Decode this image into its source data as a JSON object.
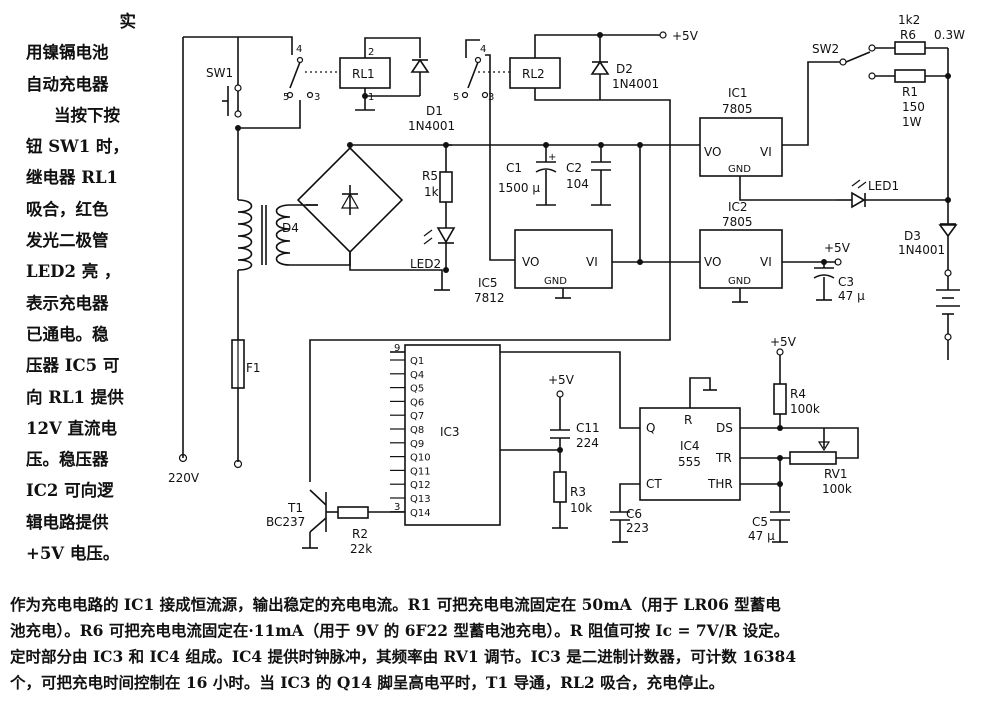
{
  "side_text": {
    "lines": [
      "实",
      "用镍镉电池",
      "自动充电器",
      "当按下按",
      "钮 SW1 时，",
      "继电器 RL1",
      "吸合，红色",
      "发光二极管",
      "LED2 亮 ，",
      "表示充电器",
      "已通电。稳",
      "压器 IC5 可",
      "向 RL1 提供",
      "12V 直流电",
      "压。稳压器",
      "IC2 可向逻",
      "辑电路提供",
      "+5V 电压。"
    ]
  },
  "bottom_text": {
    "lines": [
      "作为充电电路的 IC1 接成恒流源，输出稳定的充电电流。R1 可把充电电流固定在 50mA（用于 LR06 型蓄电",
      "池充电）。R6 可把充电电流固定在·11mA（用于 9V 的 6F22 型蓄电池充电）。R 阻值可按 Ic = 7V/R 设定。",
      "定时部分由 IC3 和 IC4 组成。IC4 提供时钟脉冲，其频率由 RV1 调节。IC3 是二进制计数器，可计数 16384",
      "个，可把充电时间控制在 16 小时。当 IC3 的 Q14 脚呈高电平时，T1 导通，RL2 吸合，充电停止。"
    ]
  },
  "labels": {
    "sw1": "SW1",
    "sw2": "SW2",
    "rl1": "RL1",
    "rl2": "RL2",
    "d1": "D1",
    "d1_part": "1N4001",
    "d2": "D2",
    "d2_part": "1N4001",
    "plus5v_top": "+5V",
    "r6": "R6",
    "r6_val": "1k2",
    "r6_watt": "0.3W",
    "r1": "R1",
    "r1_val": "150",
    "r1_watt": "1W",
    "ic1": "IC1",
    "ic1_part": "7805",
    "ic2": "IC2",
    "ic2_part": "7805",
    "ic5": "IC5",
    "ic5_part": "7812",
    "vo": "VO",
    "vi": "VI",
    "gnd": "GND",
    "c1": "C1",
    "c1_val": "1500 μ",
    "c2": "C2",
    "c2_val": "104",
    "r5": "R5",
    "r5_val": "1k",
    "d4": "D4",
    "led1": "LED1",
    "led2": "LED2",
    "d3": "D3",
    "d3_part": "1N4001",
    "plus5v_ic2": "+5V",
    "c3": "C3",
    "c3_val": "47 μ",
    "f1": "F1",
    "v220": "220V",
    "ic3": "IC3",
    "ic3_pins": [
      "Q1",
      "Q4",
      "Q5",
      "Q6",
      "Q7",
      "Q8",
      "Q9",
      "Q10",
      "Q11",
      "Q12",
      "Q13",
      "Q14"
    ],
    "ic3_pin9": "9",
    "ic3_pin3": "3",
    "t1": "T1",
    "t1_part": "BC237",
    "r2": "R2",
    "r2_val": "22k",
    "plus5v_c11": "+5V",
    "c11": "C11",
    "c11_val": "224",
    "r3": "R3",
    "r3_val": "10k",
    "c6": "C6",
    "c6_val": "223",
    "ic4": "IC4",
    "ic4_part": "555",
    "ic4_q": "Q",
    "ic4_r": "R",
    "ic4_ct": "CT",
    "ic4_ds": "DS",
    "ic4_tr": "TR",
    "ic4_thr": "THR",
    "plus5v_r4": "+5V",
    "r4": "R4",
    "r4_val": "100k",
    "rv1": "RV1",
    "rv1_val": "100k",
    "c5": "C5",
    "c5_val": "47 μ",
    "pin2": "2",
    "pin1": "1",
    "pin3": "3",
    "pin4": "4",
    "pin5": "5"
  }
}
